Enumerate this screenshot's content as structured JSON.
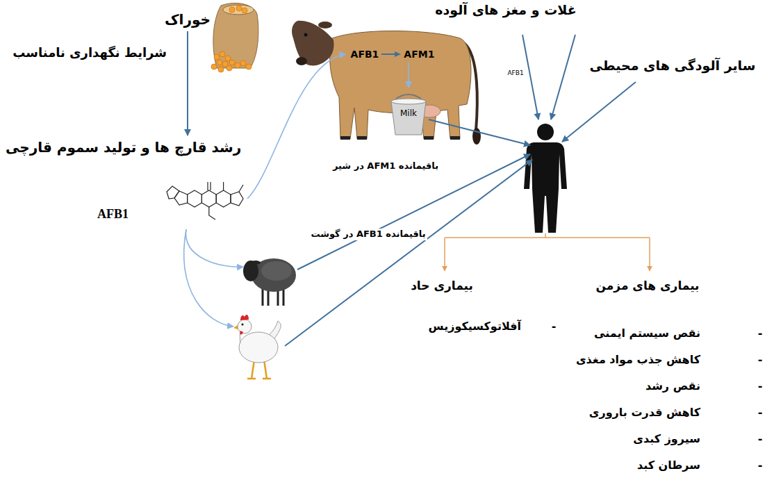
{
  "diagram": {
    "nodes": [
      {
        "text": [
          "خوراک"
        ]
      },
      {
        "text": [
          "رشد قارچ ها و تولید سموم قارچی"
        ]
      },
      {
        "text": [
          "AFB1"
        ]
      },
      {
        "text": [
          "AFB1",
          "AFM1"
        ]
      },
      {
        "text": [
          "Milk"
        ]
      }
    ],
    "edges": [
      {
        "from": 0,
        "to": 1,
        "arrow": "to",
        "label": "شرایط نگهداری نامناسب"
      },
      {
        "from": 2,
        "to": 3,
        "arrow": "to"
      },
      {
        "from": 3,
        "to": 4,
        "arrow": "to"
      }
    ],
    "labels": [
      "غلات و مغز های آلوده",
      "سایر آلودگی های محیطی",
      "AFB1",
      "باقیمانده AFM1 در شیر",
      "باقیمانده AFB1 در گوشت",
      "بیماری حاد",
      "بیماری های مزمن",
      "-",
      "آفلاتوکسیکوزیس",
      "-",
      "نقص سیستم ایمنی",
      "-",
      "کاهش جذب مواد مغذی",
      "-",
      "نقص رشد",
      "-",
      "کاهش قدرت باروری",
      "-",
      "سیروز کبدی",
      "-",
      "سرطان کبد"
    ]
  }
}
